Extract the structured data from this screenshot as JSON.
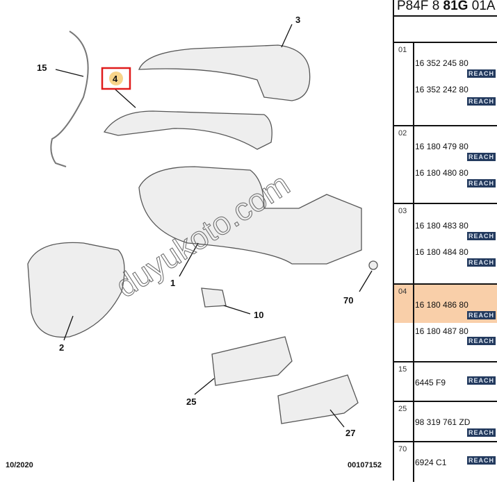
{
  "header": {
    "code_prefix": "P84F 8 ",
    "code_bold": "81G",
    "code_suffix": " 01A"
  },
  "diagram": {
    "callouts": [
      "1",
      "2",
      "3",
      "4",
      "10",
      "15",
      "25",
      "27",
      "70"
    ],
    "highlighted_callout": "4",
    "highlight_color": "#e01b1b",
    "watermark": "duyukoto.com",
    "date": "10/2020",
    "drawing_number": "00107152"
  },
  "rows": [
    {
      "index": "01",
      "refs": [
        {
          "ref": "16 352 245 80",
          "badge": "REACH"
        },
        {
          "ref": "16 352 242 80",
          "badge": "REACH"
        }
      ]
    },
    {
      "index": "02",
      "refs": [
        {
          "ref": "16 180 479 80",
          "badge": "REACH"
        },
        {
          "ref": "16 180 480 80",
          "badge": "REACH"
        }
      ]
    },
    {
      "index": "03",
      "refs": [
        {
          "ref": "16 180 483 80",
          "badge": "REACH"
        },
        {
          "ref": "16 180 484 80",
          "badge": "REACH"
        }
      ]
    },
    {
      "index": "04",
      "refs": [
        {
          "ref": "16 180 486 80",
          "badge": "REACH"
        },
        {
          "ref": "16 180 487 80",
          "badge": "REACH"
        }
      ],
      "highlight_color": "#f9cfa9"
    },
    {
      "index": "15",
      "refs": [
        {
          "ref": "6445 F9",
          "badge": "REACH"
        }
      ]
    },
    {
      "index": "25",
      "refs": [
        {
          "ref": "98 319 761 ZD",
          "badge": "REACH"
        }
      ]
    },
    {
      "index": "70",
      "refs": [
        {
          "ref": "6924 C1",
          "badge": "REACH"
        }
      ]
    }
  ]
}
